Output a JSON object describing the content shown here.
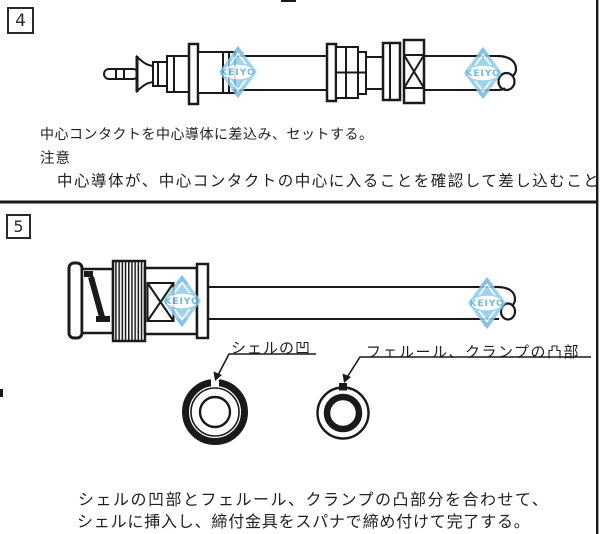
{
  "page": {
    "background": "#ffffff",
    "line_color": "#1a1a1a"
  },
  "watermark": {
    "label": "KEIYO",
    "diamond_color": "#8ccbe9",
    "tip_color": "#6fb7e0",
    "text_color": "#57aeda"
  },
  "step4": {
    "number": "4",
    "caption": "中心コンタクトを中心導体に差込み、セットする。",
    "note_title": "注意",
    "note_body": "中心導体が、中心コンタクトの中心に入ることを確認して差し込むこと"
  },
  "step5": {
    "number": "5",
    "label_shell": "シェルの凹",
    "label_ferrule": "フェルール、クランプの凸部",
    "caption_line1": "シェルの凹部とフェルール、クランプの凸部分を合わせて、",
    "caption_line2": "シェルに挿入し、締付金具をスパナで締め付けて完了する。"
  }
}
